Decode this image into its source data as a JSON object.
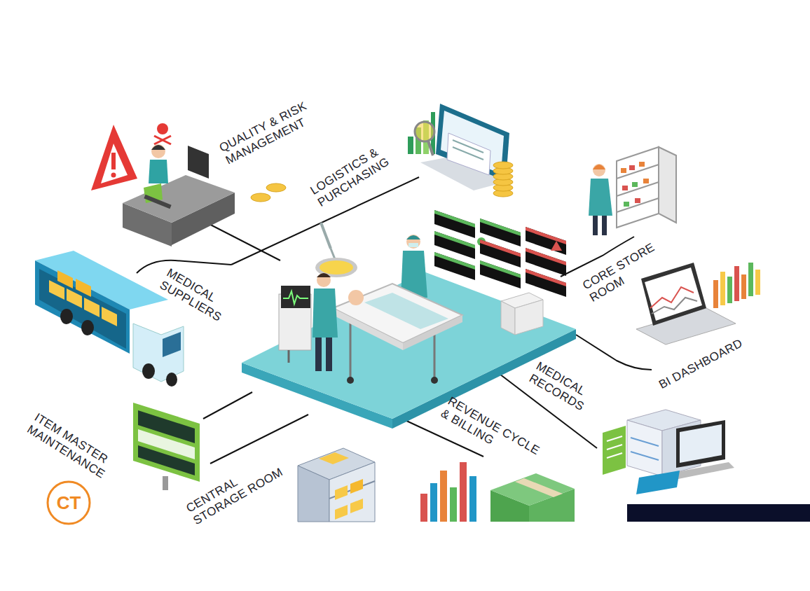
{
  "diagram": {
    "labels": [
      "QUALITY & RISK MANAGEMENT",
      "LOGISTICS & PURCHASING",
      "CORE STORE ROOM",
      "MEDICAL SUPPLIERS",
      "BI DASHBOARD",
      "MEDICAL RECORDS",
      "REVENUE CYCLE & BILLING",
      "ITEM MASTER MAINTENANCE",
      "CENTRAL STORAGE ROOM",
      "CT"
    ]
  }
}
